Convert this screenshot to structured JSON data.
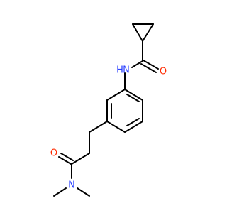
{
  "molecule": {
    "colors": {
      "bond": "#000000",
      "nitrogen": "#2a40ff",
      "oxygen": "#ff2a00"
    },
    "atoms": {
      "amide_nh_n": "N",
      "amide_nh_h": "H",
      "top_carbonyl_o": "O",
      "bottom_carbonyl_o": "O",
      "dimethyl_n": "N"
    }
  }
}
